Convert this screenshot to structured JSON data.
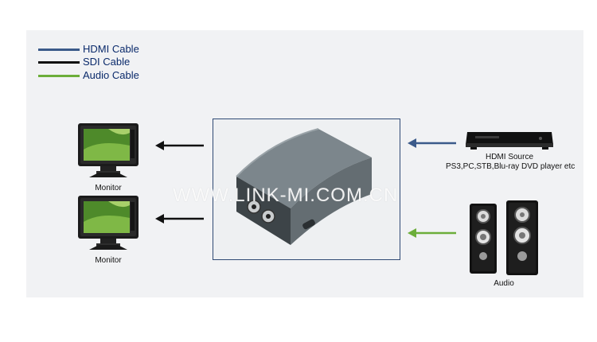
{
  "legend": [
    {
      "label": "HDMI Cable",
      "color": "#3b5a8a"
    },
    {
      "label": "SDI Cable",
      "color": "#111111"
    },
    {
      "label": "Audio Cable",
      "color": "#6cae3a"
    }
  ],
  "monitors": [
    {
      "label": "Monitor"
    },
    {
      "label": "Monitor"
    }
  ],
  "hdmi_source": {
    "label": "HDMI Source",
    "description": "PS3,PC,STB,Blu-ray DVD player etc"
  },
  "audio": {
    "label": "Audio"
  },
  "watermark": "WWW.LINK-MI.COM.CN",
  "colors": {
    "hdmi_arrow": "#3b5a8a",
    "sdi_arrow": "#111111",
    "audio_arrow": "#6cae3a",
    "box_border": "#2f4a74"
  }
}
